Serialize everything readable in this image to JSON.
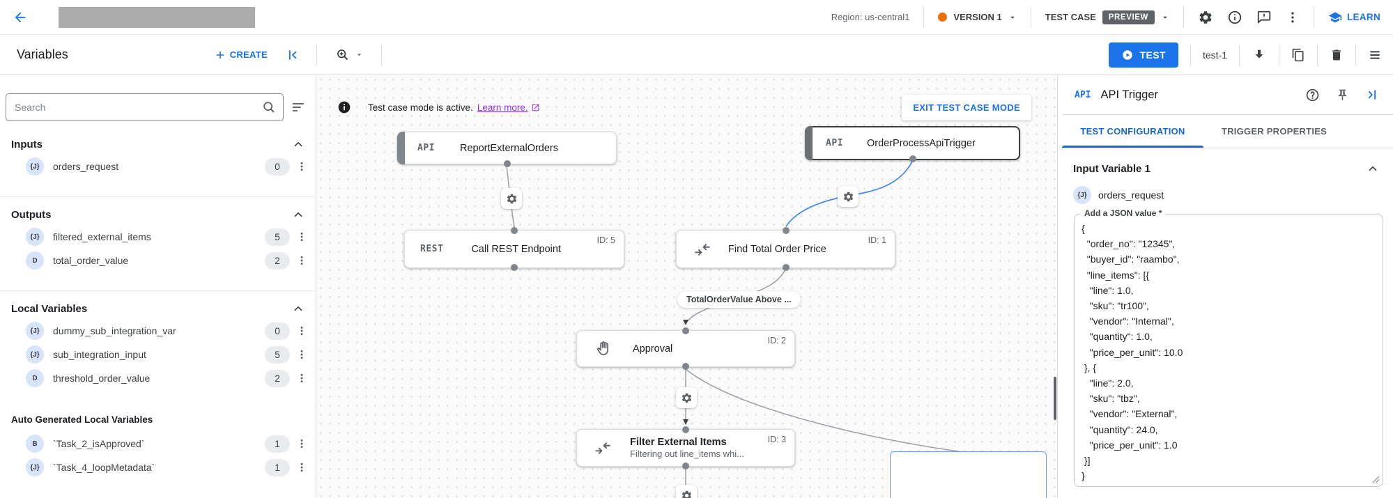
{
  "colors": {
    "accent_blue": "#1a73e8",
    "status_orange": "#e8710a",
    "preview_badge_bg": "#5f6368",
    "link_purple": "#9334e6",
    "edge_blue": "#4285f4"
  },
  "topbar": {
    "region": "Region: us-central1",
    "version_label": "VERSION 1",
    "test_case_label": "TEST CASE",
    "preview_label": "PREVIEW",
    "learn_label": "LEARN"
  },
  "toolbar": {
    "title": "Variables",
    "create_label": "CREATE",
    "test_label": "TEST",
    "test_name": "test-1"
  },
  "sidebar": {
    "search_placeholder": "Search",
    "sections": [
      {
        "title": "Inputs",
        "items": [
          {
            "type_label": "{J}",
            "name": "orders_request",
            "count": "0"
          }
        ]
      },
      {
        "title": "Outputs",
        "items": [
          {
            "type_label": "{J}",
            "name": "filtered_external_items",
            "count": "5"
          },
          {
            "type_label": "D",
            "name": "total_order_value",
            "count": "2"
          }
        ]
      },
      {
        "title": "Local Variables",
        "items": [
          {
            "type_label": "{J}",
            "name": "dummy_sub_integration_var",
            "count": "0"
          },
          {
            "type_label": "{J}",
            "name": "sub_integration_input",
            "count": "5"
          },
          {
            "type_label": "D",
            "name": "threshold_order_value",
            "count": "2"
          }
        ]
      },
      {
        "title": "Auto Generated Local Variables",
        "items": [
          {
            "type_label": "B",
            "name": "`Task_2_isApproved`",
            "count": "1"
          },
          {
            "type_label": "{J}",
            "name": "`Task_4_loopMetadata`",
            "count": "1"
          }
        ]
      }
    ]
  },
  "canvas": {
    "banner": {
      "message": "Test case mode is active.",
      "link_label": "Learn more.",
      "exit_label": "EXIT TEST CASE MODE"
    },
    "nodes": {
      "report": {
        "badge": "API",
        "title": "ReportExternalOrders"
      },
      "trigger": {
        "badge": "API",
        "title": "OrderProcessApiTrigger"
      },
      "rest": {
        "badge": "REST",
        "title": "Call REST Endpoint",
        "id_label": "ID: 5"
      },
      "find": {
        "title": "Find Total Order Price",
        "id_label": "ID: 1"
      },
      "approval": {
        "title": "Approval",
        "id_label": "ID: 2"
      },
      "filter": {
        "title": "Filter External Items",
        "subtitle": "Filtering out line_items whi...",
        "id_label": "ID: 3"
      }
    },
    "edge_label": "TotalOrderValue Above ..."
  },
  "panel": {
    "badge": "API",
    "title": "API Trigger",
    "tabs": [
      {
        "label": "TEST CONFIGURATION"
      },
      {
        "label": "TRIGGER PROPERTIES"
      }
    ],
    "section_title": "Input Variable 1",
    "variable": {
      "type_label": "{J}",
      "name": "orders_request"
    },
    "field_label": "Add a JSON value *",
    "json_value": "{\n  \"order_no\": \"12345\",\n  \"buyer_id\": \"raambo\",\n  \"line_items\": [{\n   \"line\": 1.0,\n   \"sku\": \"tr100\",\n   \"vendor\": \"Internal\",\n   \"quantity\": 1.0,\n   \"price_per_unit\": 10.0\n }, {\n   \"line\": 2.0,\n   \"sku\": \"tbz\",\n   \"vendor\": \"External\",\n   \"quantity\": 24.0,\n   \"price_per_unit\": 1.0\n }]\n}"
  }
}
